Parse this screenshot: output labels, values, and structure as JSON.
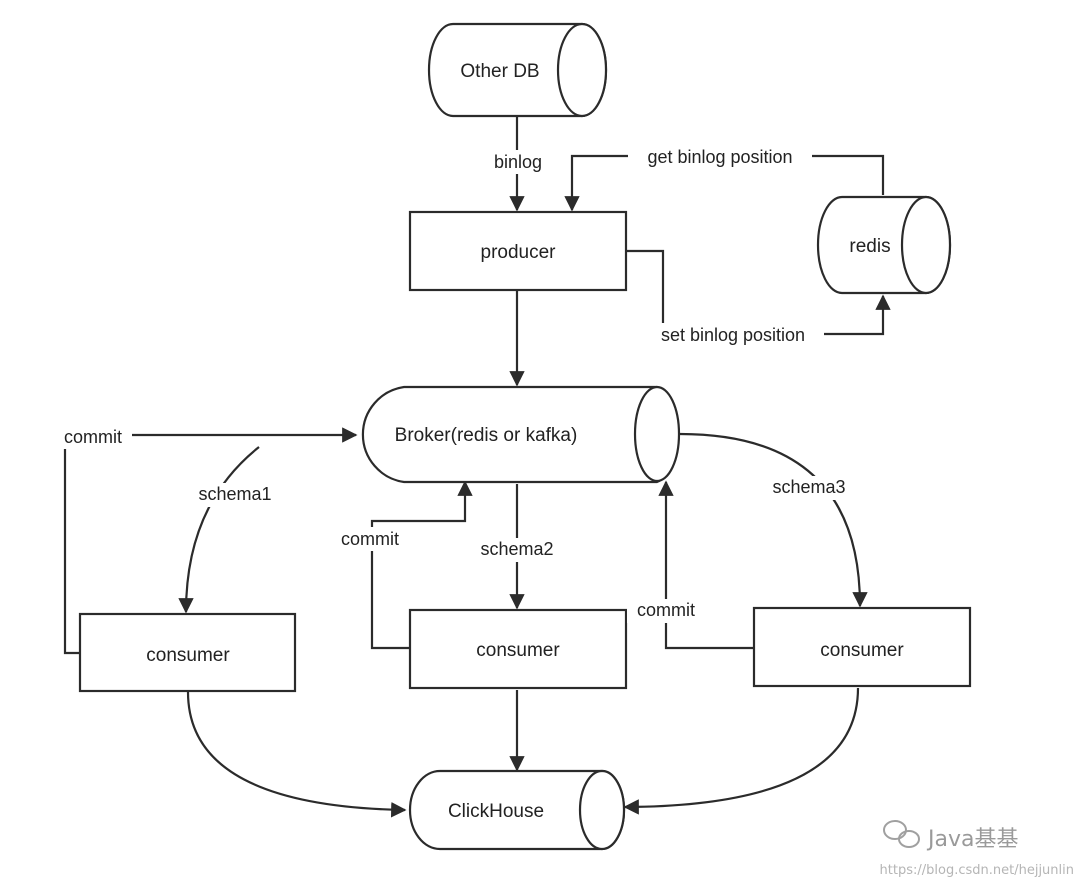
{
  "nodes": {
    "other_db": "Other DB",
    "producer": "producer",
    "redis": "redis",
    "broker": "Broker(redis or kafka)",
    "consumer_left": "consumer",
    "consumer_middle": "consumer",
    "consumer_right": "consumer",
    "clickhouse": "ClickHouse"
  },
  "edges": {
    "binlog": "binlog",
    "get_binlog_position": "get binlog position",
    "set_binlog_position": "set binlog position",
    "commit_left": "commit",
    "commit_middle": "commit",
    "commit_right": "commit",
    "schema1": "schema1",
    "schema2": "schema2",
    "schema3": "schema3"
  },
  "watermark": {
    "brand": "Java基基",
    "url": "https://blog.csdn.net/hejjunlin"
  }
}
